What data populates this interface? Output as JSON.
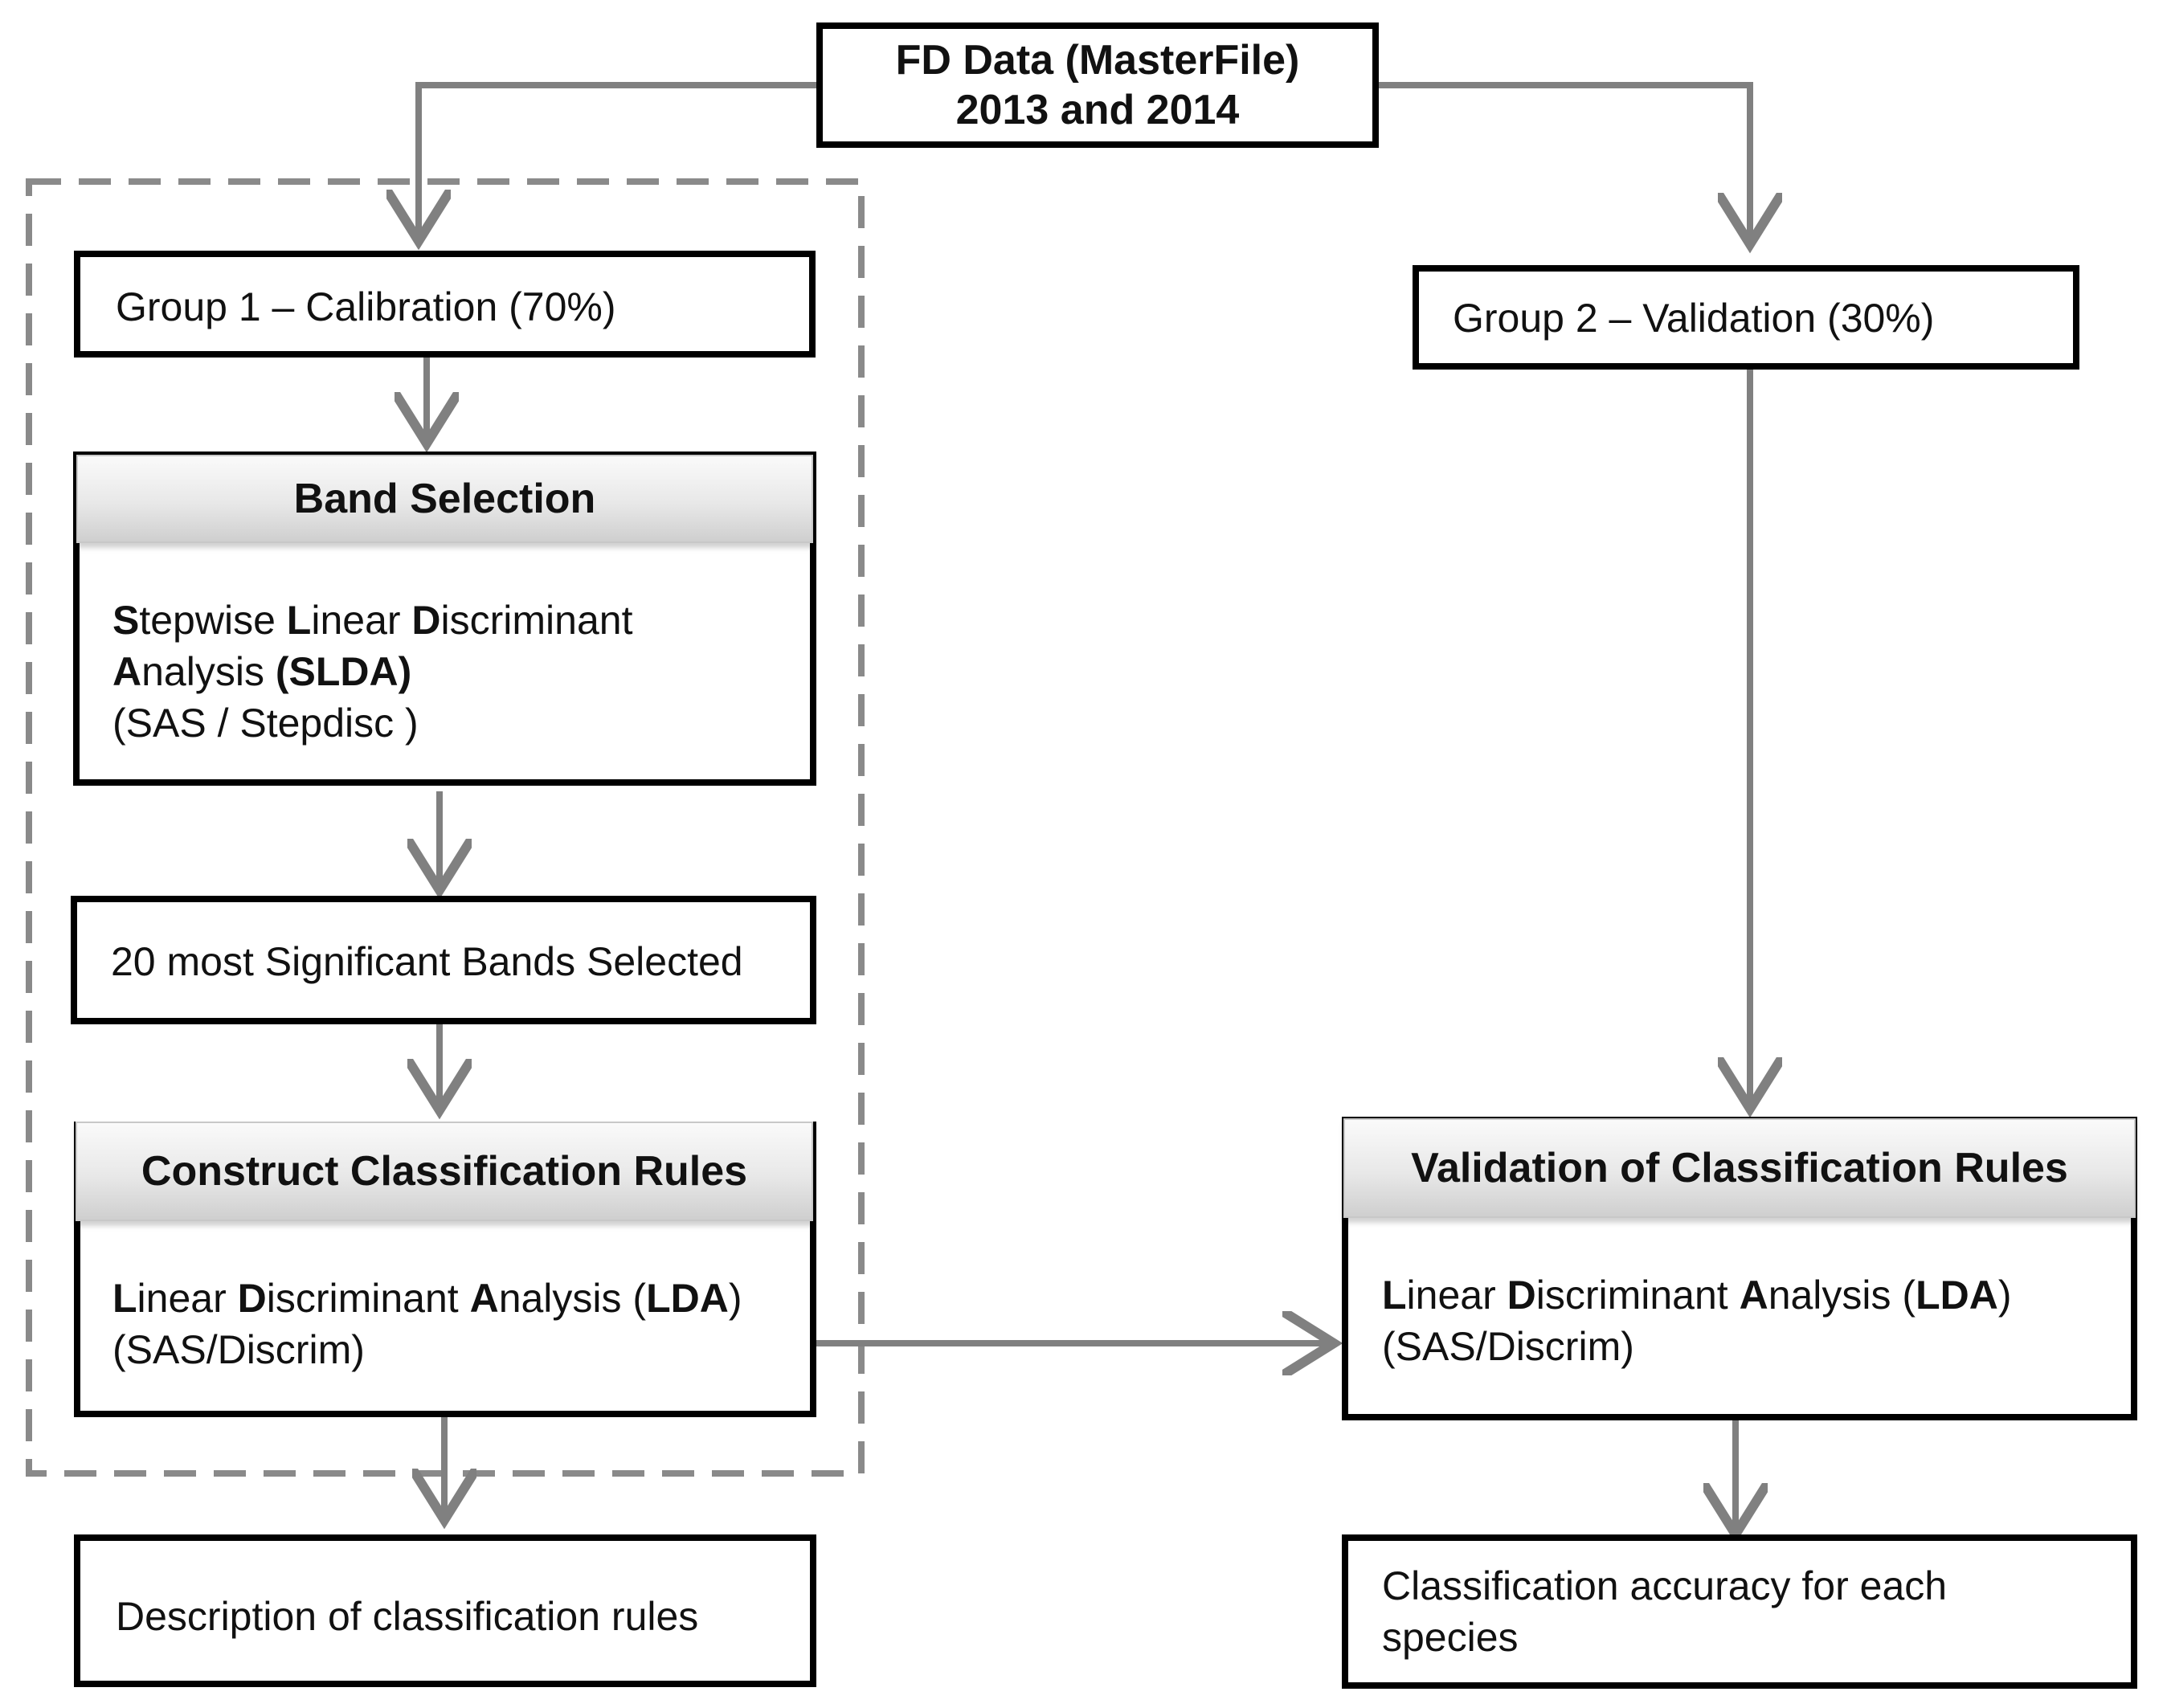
{
  "nodes": {
    "root": {
      "line1": "FD Data (MasterFile)",
      "line2": "2013 and 2014"
    },
    "group1": {
      "label": "Group 1 – Calibration (70%)"
    },
    "group2": {
      "label": "Group 2 – Validation (30%)"
    },
    "band_selection": {
      "header": "Band Selection",
      "l1_b1": "S",
      "l1_t1": "tepwise ",
      "l1_b2": "L",
      "l1_t2": "inear ",
      "l1_b3": "D",
      "l1_t3": "iscriminant",
      "l2_b1": "A",
      "l2_t1": "nalysis ",
      "l2_b2": "(SLDA)",
      "l3": "(SAS / Stepdisc )"
    },
    "significant_bands": {
      "label": "20 most Significant Bands Selected"
    },
    "construct_rules": {
      "header": "Construct Classification Rules",
      "b1": "L",
      "t1": "inear ",
      "b2": "D",
      "t2": "iscriminant ",
      "b3": "A",
      "t3": "nalysis (",
      "b4": "LDA",
      "t4": ")",
      "l2": "(SAS/Discrim)"
    },
    "validation_rules": {
      "header": "Validation of Classification Rules",
      "b1": "L",
      "t1": "inear ",
      "b2": "D",
      "t2": "iscriminant ",
      "b3": "A",
      "t3": "nalysis (",
      "b4": "LDA",
      "t4": ")",
      "l2": "(SAS/Discrim)"
    },
    "description": {
      "label": "Description of classification rules"
    },
    "accuracy": {
      "line1": "Classification accuracy for each",
      "line2": "species"
    }
  },
  "colors": {
    "arrow": "#808080",
    "dashed_border": "#8a8a8a",
    "box_border": "#000000"
  }
}
